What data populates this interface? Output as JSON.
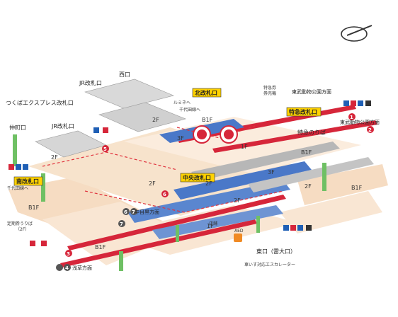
{
  "gates": {
    "north": "北改札口",
    "south": "南改札口",
    "central": "中央改札口",
    "express": "特急改札口"
  },
  "labels": {
    "west_exit": "西口",
    "jr_gate_top": "JR改札口",
    "tx_gate": "つくばエクスプレス改札口",
    "jr_gate_left": "JR改札口",
    "nakamachi_exit": "仲町口",
    "east_exit": "東口（雷大口）",
    "commuter_pass": "定期券うりば",
    "commuter_pass_floor": "（2F）",
    "express_ticket_line1": "特急券",
    "express_ticket_line2": "券売機",
    "express_platform": "特急のりば",
    "shops": "店舗",
    "aed": "AED",
    "wheelchair_escalator": "車いす対応エスカレーター",
    "lumine": "ルミネへ",
    "chiyoda_top": "千代田線へ",
    "chiyoda_left": "千代田線へ"
  },
  "directions": {
    "tobu_zoo_1": "東武動物公園方面",
    "tobu_zoo_2": "東武動物公園方面",
    "nakameguro": "中目黒方面",
    "asakusa": "浅草方面"
  },
  "floors": {
    "f2_a": "2F",
    "f3_a": "3F",
    "b1_a": "B1F",
    "f2_b": "2F",
    "f1_a": "1F",
    "b1_b": "B1F",
    "f2_c": "2F",
    "f2_d": "2F",
    "f3_b": "3F",
    "f2_e": "2F",
    "b1_c": "B1F",
    "b1_d": "B1F",
    "f1_b": "1F",
    "b1_e": "B1F",
    "f2_f": "2F"
  },
  "platforms": {
    "p1": "1",
    "p2": "2",
    "p3": "3",
    "p4": "4",
    "p5": "5",
    "p6": "6",
    "p7": "7",
    "p6b": "6",
    "p7b": "7"
  },
  "colors": {
    "tobu_line": "#d6263a",
    "gate_yellow": "#ffd200",
    "tx_blue": "#4a78c8",
    "hibiya_gray": "#b7b7b7",
    "floor_beige": "#f6dcc2",
    "stair_green": "#6fc064"
  }
}
